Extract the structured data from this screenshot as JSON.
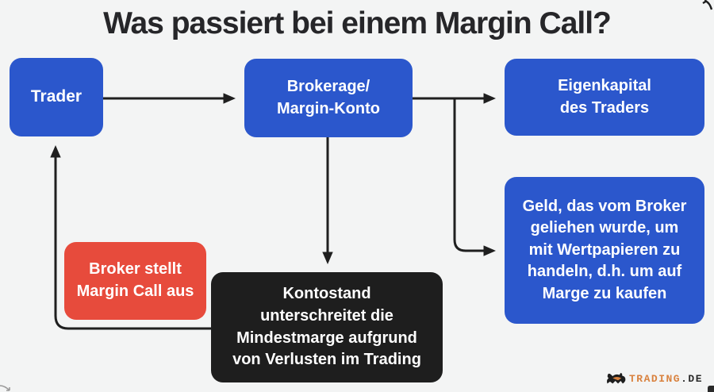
{
  "title": "Was passiert bei einem Margin Call?",
  "nodes": {
    "trader": {
      "label": "Trader"
    },
    "brokerage": {
      "label": "Brokerage/\nMargin-Konto"
    },
    "equity": {
      "label": "Eigenkapital\ndes Traders"
    },
    "borrowed": {
      "label": "Geld, das vom Broker\ngeliehen wurde, um\nmit Wertpapieren zu\nhandeln, d.h. um auf\nMarge zu kaufen"
    },
    "margin_call": {
      "label": "Broker stellt\nMargin Call aus"
    },
    "account": {
      "label": "Kontostand\nunterschreitet die\nMindestmarge aufgrund\nvon Verlusten im Trading"
    }
  },
  "connections": [
    {
      "from": "trader",
      "to": "brokerage"
    },
    {
      "from": "brokerage",
      "to": "equity"
    },
    {
      "from": "brokerage",
      "to": "borrowed"
    },
    {
      "from": "brokerage",
      "to": "account"
    },
    {
      "from": "account",
      "to": "trader"
    }
  ],
  "logo": {
    "icon": "bull-icon",
    "brand": "TRADING",
    "tld": ".DE"
  },
  "colors": {
    "background": "#f3f4f4",
    "box_blue": "#2b57cc",
    "box_red": "#e74b3c",
    "box_black": "#1e1e1e",
    "arrow": "#1f1f1f",
    "title_text": "#262629",
    "box_text": "#ffffff",
    "logo_orange": "#d9823f"
  }
}
